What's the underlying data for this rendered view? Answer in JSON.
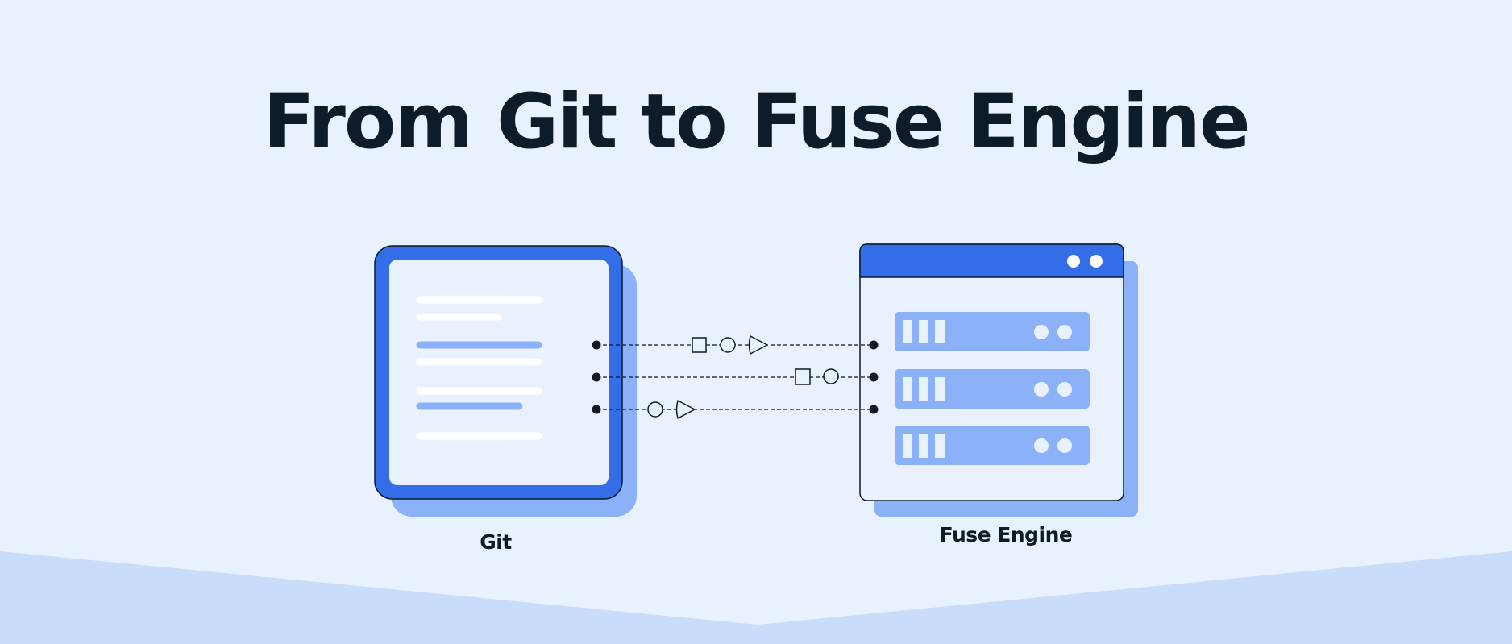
{
  "title": "From Git to Fuse Engine",
  "nodes": {
    "git": {
      "label": "Git",
      "icon": "document-icon"
    },
    "fuse_engine": {
      "label": "Fuse Engine",
      "icon": "server-window-icon"
    }
  },
  "connections": [
    {
      "symbols": [
        "square",
        "circle",
        "triangle"
      ]
    },
    {
      "symbols": [
        "square",
        "circle"
      ]
    },
    {
      "symbols": [
        "circle",
        "triangle"
      ]
    }
  ],
  "colors": {
    "background": "#e8f1fe",
    "band": "#c9ddfb",
    "primary_blue": "#336de7",
    "light_blue": "#8bb1f9",
    "panel_bg": "#e9f1ff",
    "ink": "#0d1b2a",
    "white": "#ffffff"
  }
}
